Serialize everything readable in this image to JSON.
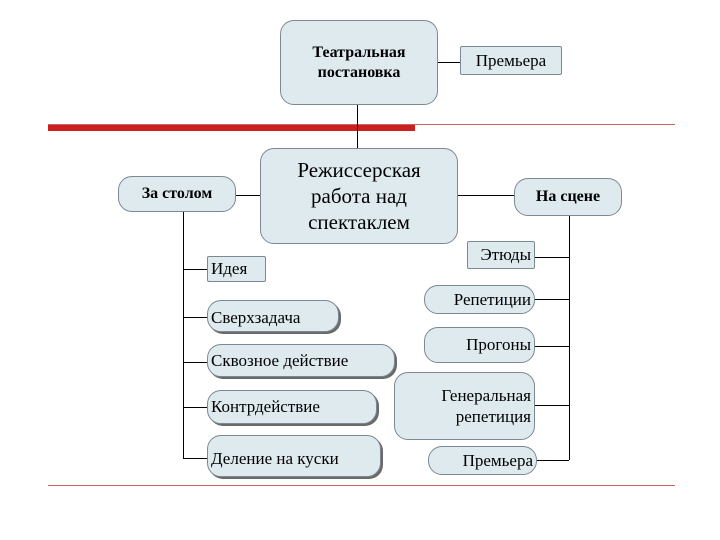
{
  "diagram": {
    "root": "Театральная постановка",
    "premiere_top": "Премьера",
    "center": "Режиссерская работа над спектаклем",
    "left_branch": {
      "title": "За столом",
      "items": [
        "Идея",
        "Сверхзадача",
        "Сквозное действие",
        "Контрдействие",
        "Деление на куски"
      ]
    },
    "right_branch": {
      "title": "На сцене",
      "items": [
        "Этюды",
        "Репетиции",
        "Прогоны",
        "Генеральная репетиция",
        "Премьера"
      ]
    }
  },
  "colors": {
    "box_fill": "#dfeaee",
    "accent_bar": "#cc2020",
    "rule_line": "#d06060"
  }
}
